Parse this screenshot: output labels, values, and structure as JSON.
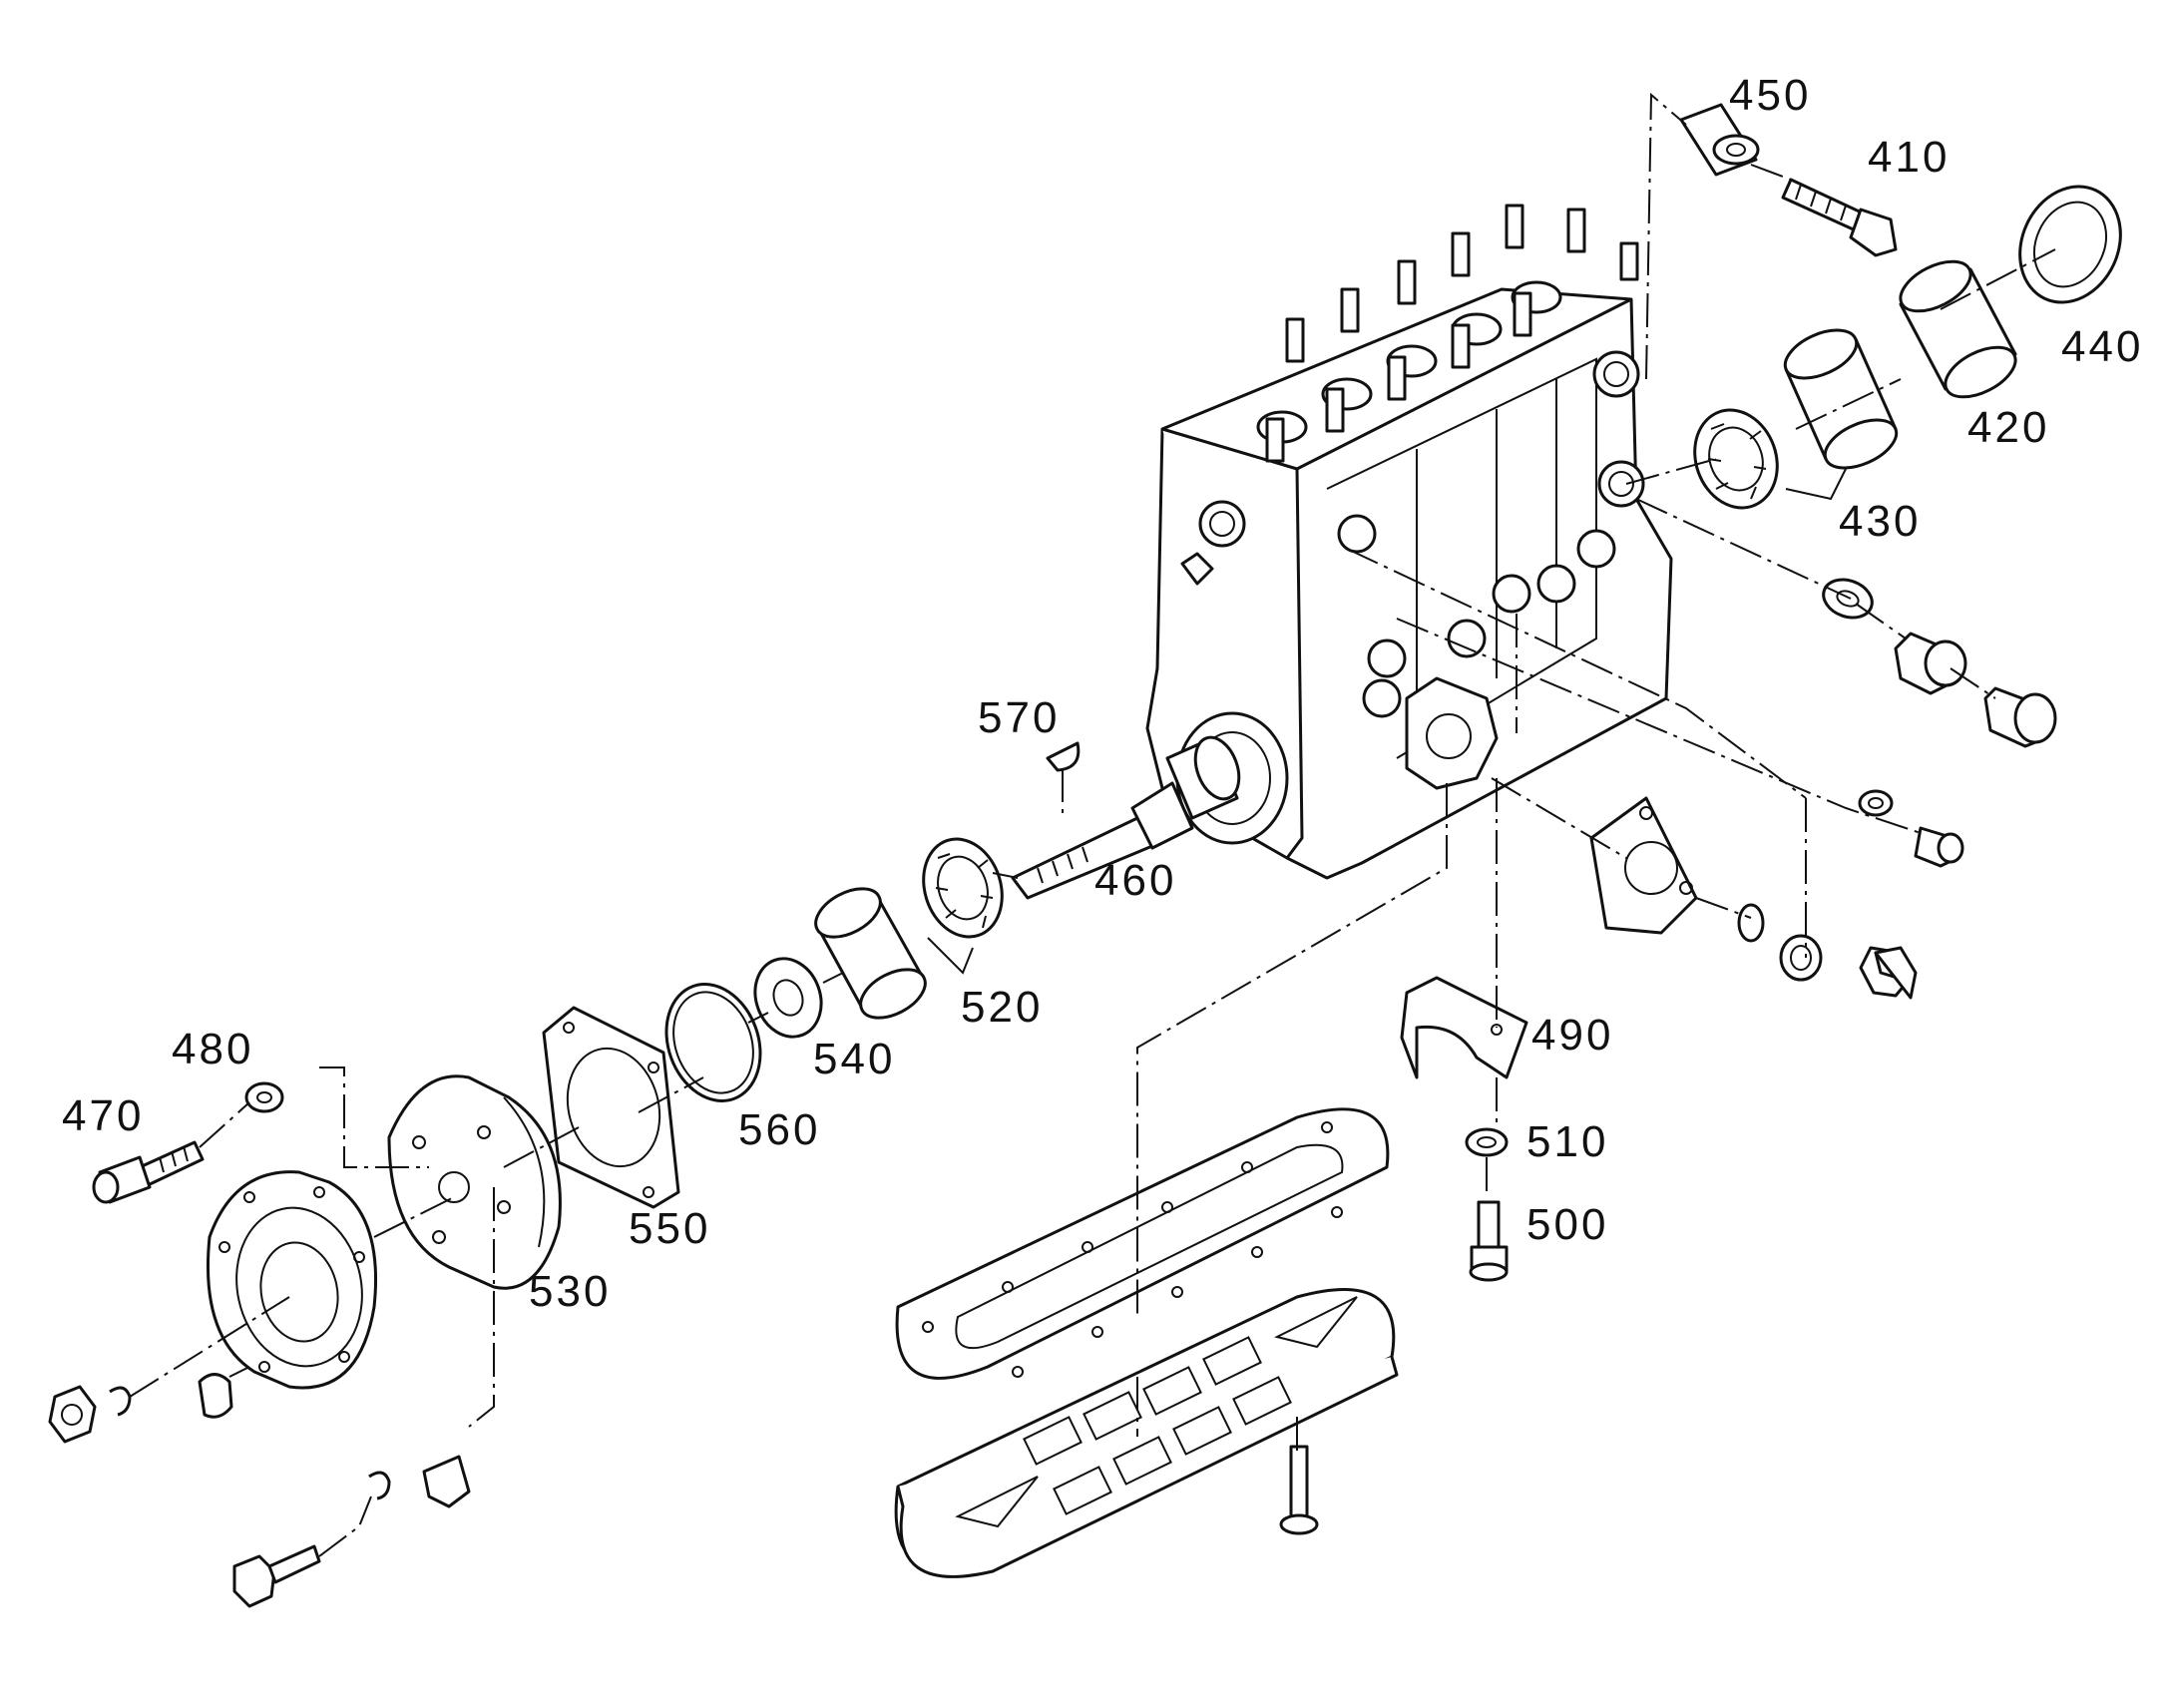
{
  "callouts": {
    "c450": "450",
    "c410": "410",
    "c440": "440",
    "c420": "420",
    "c430": "430",
    "c570": "570",
    "c460": "460",
    "c520": "520",
    "c480": "480",
    "c470": "470",
    "c540": "540",
    "c560": "560",
    "c490": "490",
    "c510": "510",
    "c550": "550",
    "c500": "500",
    "c530": "530"
  },
  "colors": {
    "ink": "#111111",
    "paper": "#ffffff"
  }
}
